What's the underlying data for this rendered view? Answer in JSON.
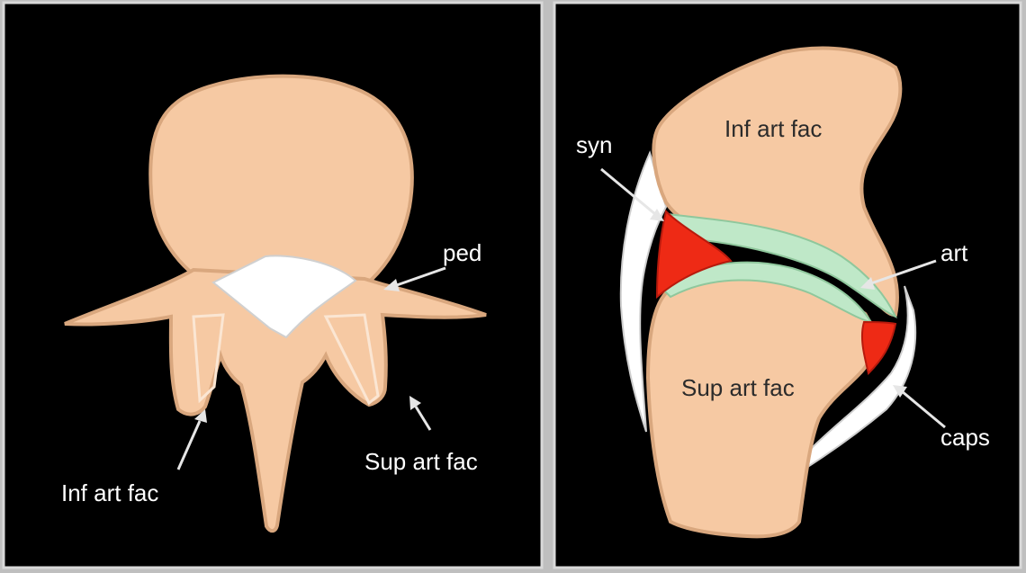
{
  "left_panel": {
    "labels": {
      "ped": "ped",
      "sup_art_fac": "Sup art fac",
      "inf_art_fac": "Inf art fac"
    }
  },
  "right_panel": {
    "labels": {
      "syn": "syn",
      "inf_art_fac": "Inf art fac",
      "art": "art",
      "sup_art_fac": "Sup art fac",
      "caps": "caps"
    }
  },
  "colors": {
    "bone": "#f6c9a3",
    "synovium": "#ee2a15",
    "cartilage": "#bfe8c8",
    "capsule": "#ffffff",
    "background": "#000000"
  }
}
